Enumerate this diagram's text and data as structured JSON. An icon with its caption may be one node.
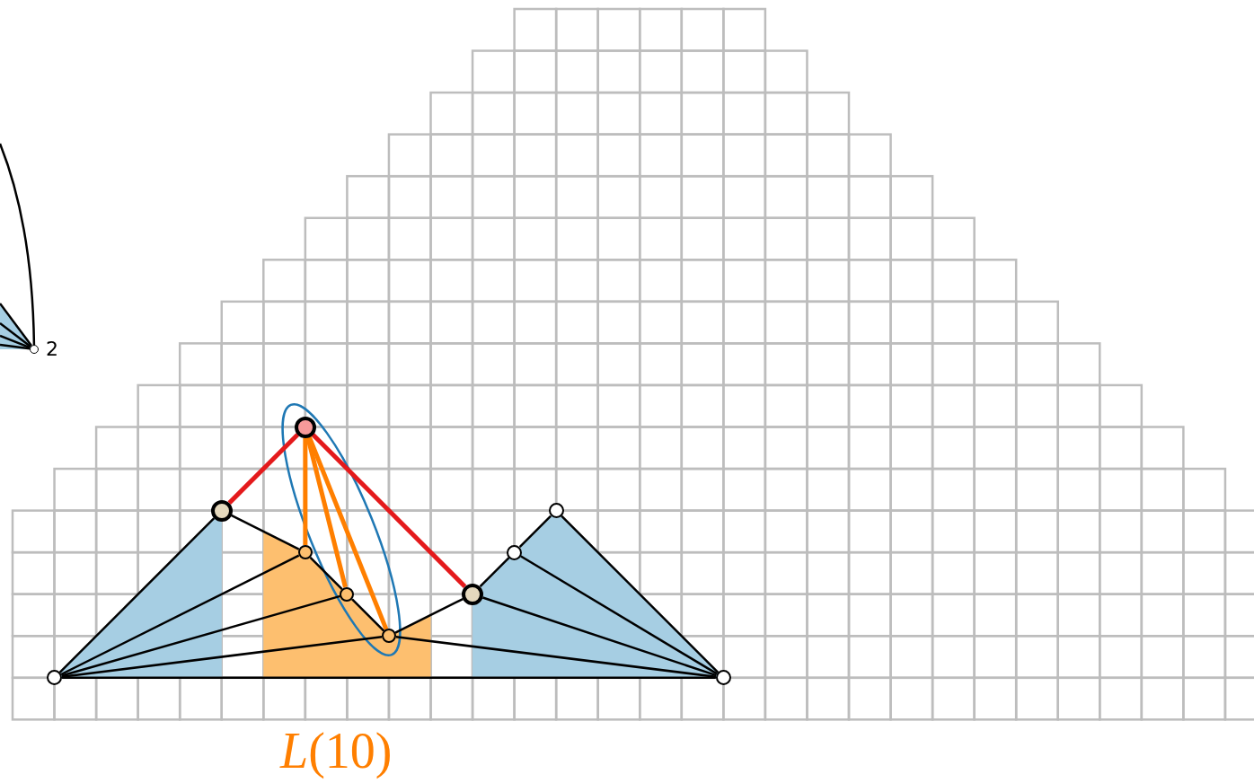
{
  "diagram": {
    "nodes": [
      {
        "text": [],
        "shape": "circle",
        "beside": [
          "2"
        ]
      },
      {
        "text": [],
        "shape": "circle"
      },
      {
        "text": [],
        "shape": "circle"
      },
      {
        "text": [],
        "shape": "circle"
      },
      {
        "text": [],
        "shape": "circle"
      },
      {
        "text": [],
        "shape": "circle"
      },
      {
        "text": [],
        "shape": "circle"
      },
      {
        "text": [],
        "shape": "circle"
      },
      {
        "text": [],
        "shape": "circle"
      },
      {
        "text": [],
        "shape": "circle"
      },
      {
        "text": [],
        "shape": "circle"
      }
    ],
    "edges": [
      {
        "from": null,
        "to": 0,
        "arrow": "none"
      },
      {
        "from": null,
        "to": 0,
        "arrow": "none"
      },
      {
        "from": null,
        "to": 0,
        "arrow": "none"
      },
      {
        "from": null,
        "to": 0,
        "arrow": "none"
      },
      {
        "from": null,
        "to": 0,
        "arrow": "none"
      },
      {
        "from": 2,
        "to": 1,
        "arrow": "none",
        "style": "thick",
        "color": "#e41a1c"
      },
      {
        "from": 1,
        "to": 7,
        "arrow": "none",
        "style": "thick",
        "color": "#e41a1c"
      },
      {
        "from": 1,
        "to": 4,
        "arrow": "none",
        "style": "thick",
        "color": "#ff7f00"
      },
      {
        "from": 1,
        "to": 6,
        "arrow": "none",
        "style": "thick",
        "color": "#ff7f00"
      },
      {
        "from": 1,
        "to": 8,
        "arrow": "none",
        "style": "thick",
        "color": "#ff7f00"
      },
      {
        "from": 9,
        "to": 10,
        "arrow": "none"
      },
      {
        "from": 9,
        "to": 2,
        "arrow": "none"
      },
      {
        "from": 2,
        "to": 4,
        "arrow": "none"
      },
      {
        "from": 9,
        "to": 4,
        "arrow": "none"
      },
      {
        "from": 9,
        "to": 6,
        "arrow": "none"
      },
      {
        "from": 9,
        "to": 8,
        "arrow": "none"
      },
      {
        "from": 4,
        "to": 6,
        "arrow": "none"
      },
      {
        "from": 6,
        "to": 8,
        "arrow": "none"
      },
      {
        "from": 8,
        "to": 7,
        "arrow": "none"
      },
      {
        "from": 8,
        "to": 10,
        "arrow": "none"
      },
      {
        "from": 7,
        "to": 10,
        "arrow": "none"
      },
      {
        "from": 7,
        "to": 5,
        "arrow": "none"
      },
      {
        "from": 5,
        "to": 3,
        "arrow": "none"
      },
      {
        "from": 5,
        "to": 10,
        "arrow": "none"
      },
      {
        "from": 3,
        "to": 10,
        "arrow": "none"
      }
    ],
    "labels": [
      "*L*(10)"
    ]
  }
}
